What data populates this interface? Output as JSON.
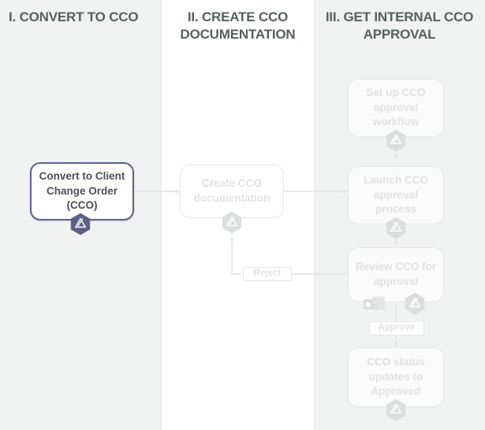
{
  "diagram": {
    "title": "CCO Workflow",
    "colors": {
      "lane_shaded_bg": "#f1f2f2",
      "lane_plain_bg": "#ffffff",
      "lane_title_text": "#56605f",
      "active_node_border": "#5d5f8d",
      "active_node_text": "#4d4f58",
      "active_badge_fill": "#5d6285",
      "dim_node_border": "#e6e7e8",
      "dim_node_text": "#e1e2e3",
      "dim_badge_fill": "#dcdddd",
      "connector": "#e3e4e5"
    },
    "lanes": [
      {
        "id": "lane-1",
        "label": "I. CONVERT TO CCO",
        "background": "shaded",
        "align": "left"
      },
      {
        "id": "lane-2",
        "label": "II. CREATE CCO DOCUMENTATION",
        "background": "plain",
        "align": "center"
      },
      {
        "id": "lane-3",
        "label": "III. GET INTERNAL CCO APPROVAL",
        "background": "shaded",
        "align": "center"
      }
    ],
    "nodes": [
      {
        "id": "convert-to-cco",
        "label": "Convert to Client Change Order (CCO)",
        "lane": "lane-1",
        "state": "active",
        "badges": [
          "edit-hex-icon"
        ]
      },
      {
        "id": "create-cco-documentation",
        "label": "Create CCO documentation",
        "lane": "lane-2",
        "state": "dim",
        "badges": [
          "edit-hex-icon"
        ]
      },
      {
        "id": "set-up-cco-approval-workflow",
        "label": "Set up CCO approval workflow",
        "lane": "lane-3",
        "state": "dim",
        "badges": [
          "edit-hex-icon"
        ]
      },
      {
        "id": "launch-cco-approval-process",
        "label": "Launch CCO approval process",
        "lane": "lane-3",
        "state": "dim",
        "badges": [
          "edit-hex-icon"
        ]
      },
      {
        "id": "review-cco-for-approval",
        "label": "Review CCO for approval",
        "lane": "lane-3",
        "state": "dim",
        "badges": [
          "device-icon",
          "edit-hex-icon"
        ]
      },
      {
        "id": "cco-status-updates-to-approved",
        "label": "CCO status updates to Approved",
        "lane": "lane-3",
        "state": "dim",
        "badges": [
          "edit-hex-icon"
        ]
      }
    ],
    "edge_labels": [
      {
        "id": "reject-label",
        "text": "Reject",
        "from": "review-cco-for-approval",
        "to": "create-cco-documentation"
      },
      {
        "id": "approve-label",
        "text": "Approve",
        "from": "review-cco-for-approval",
        "to": "cco-status-updates-to-approved"
      }
    ]
  }
}
